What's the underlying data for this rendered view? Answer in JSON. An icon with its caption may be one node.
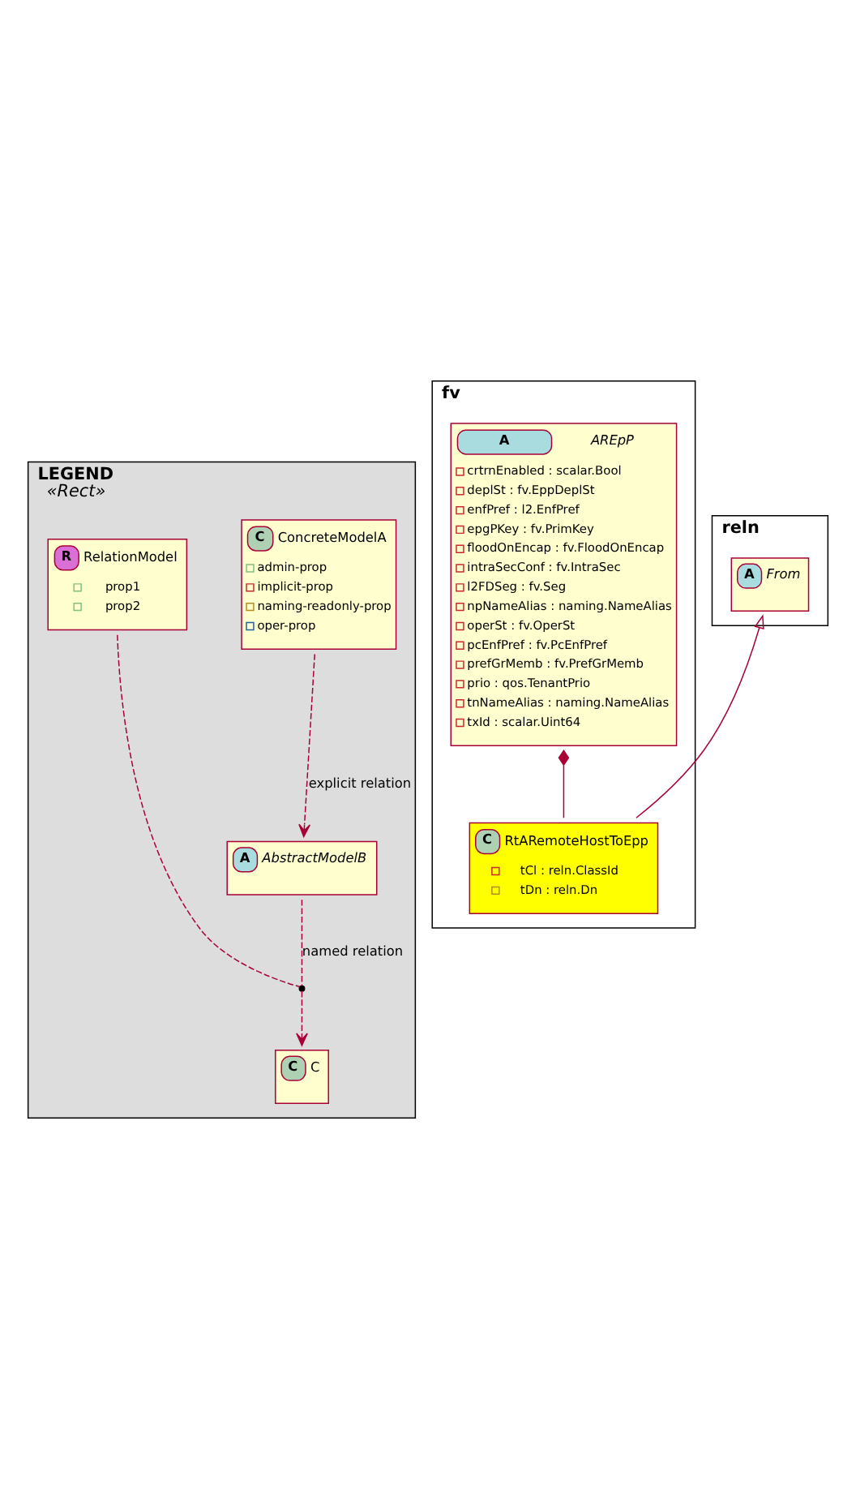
{
  "diagram": {
    "nodes": [
      {
        "text": [
          "LEGEND",
          "«Rect»"
        ]
      },
      {
        "text": [
          "C",
          "ConcreteModelA",
          "admin-prop",
          "implicit-prop",
          "naming-readonly-prop",
          "oper-prop"
        ],
        "in": 0
      },
      {
        "text": [
          "A",
          "AbstractModelB"
        ],
        "in": 0
      },
      {
        "text": [],
        "shape": "circle",
        "in": 0
      },
      {
        "text": [
          "R",
          "RelationModel",
          "prop1",
          "prop2"
        ],
        "in": 0
      },
      {
        "text": [
          "C",
          "C"
        ],
        "in": 0
      },
      {
        "text": [
          "fv"
        ]
      },
      {
        "text": [
          "A",
          "AREpP",
          "crtrnEnabled : scalar.Bool",
          "deplSt : fv.EppDeplSt",
          "enfPref : l2.EnfPref",
          "epgPKey : fv.PrimKey",
          "floodOnEncap : fv.FloodOnEncap",
          "intraSecConf : fv.IntraSec",
          "l2FDSeg : fv.Seg",
          "npNameAlias : naming.NameAlias",
          "operSt : fv.OperSt",
          "pcEnfPref : fv.PcEnfPref",
          "prefGrMemb : fv.PrefGrMemb",
          "prio : qos.TenantPrio",
          "tnNameAlias : naming.NameAlias",
          "txId : scalar.Uint64"
        ],
        "in": 6
      },
      {
        "text": [
          "C",
          "RtARemoteHostToEpp",
          "tCl : reln.ClassId",
          "tDn : reln.Dn"
        ],
        "in": 6
      },
      {
        "text": [
          "reln"
        ]
      },
      {
        "text": [
          "A",
          "From"
        ],
        "in": 9
      }
    ],
    "edges": [
      {
        "from": 1,
        "to": 2,
        "arrow": "to",
        "style": "dashed",
        "label": "explicit relation"
      },
      {
        "from": 2,
        "to": 3,
        "arrow": "none",
        "style": "dashed",
        "label": "named relation"
      },
      {
        "from": 3,
        "to": 5,
        "arrow": "to",
        "style": "dashed"
      },
      {
        "from": 4,
        "to": 3,
        "arrow": "none",
        "style": "dashed"
      },
      {
        "from": 7,
        "to": 8,
        "arrow": "other"
      },
      {
        "from": 8,
        "to": 10,
        "arrow": "to"
      }
    ]
  }
}
